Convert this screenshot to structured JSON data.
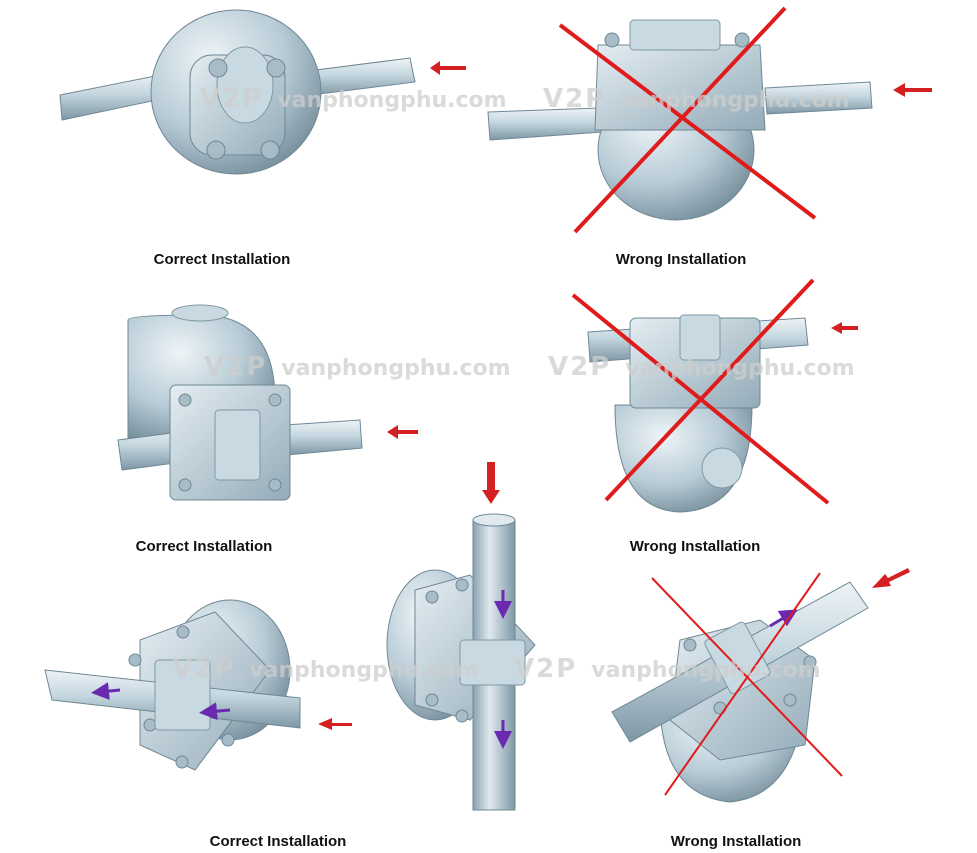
{
  "captions": {
    "row1_left": "Correct Installation",
    "row1_right": "Wrong Installation",
    "row2_left": "Correct Installation",
    "row2_right": "Wrong Installation",
    "row3_left": "Correct Installation",
    "row3_right": "Wrong Installation"
  },
  "watermark": {
    "logo": "V2P",
    "site": "vanphongphu.com"
  },
  "colors": {
    "metal": "#b9cdd8",
    "metal_dark": "#7f98a6",
    "metal_light": "#dfeaf0",
    "arrow": "#d42020",
    "cross": "#e01b1b",
    "flow": "#6a2ab0"
  }
}
